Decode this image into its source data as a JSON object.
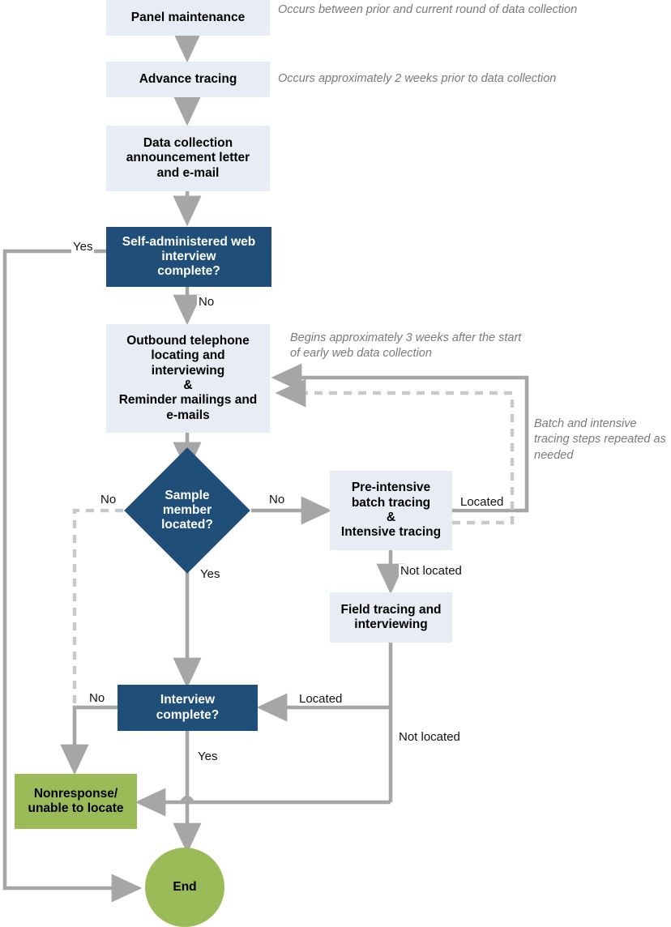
{
  "diagram": {
    "title": "Panel survey data collection flowchart",
    "colors": {
      "process_fill": "#e8edf5",
      "decision_fill": "#1f4e79",
      "terminal_fill": "#9bbb59",
      "connector": "#a6a6a6",
      "annotation_text": "#7a7a7a"
    },
    "nodes": {
      "panel_maintenance": "Panel maintenance",
      "advance_tracing": "Advance tracing",
      "announcement_letter": "Data collection\nannouncement letter\nand e-mail",
      "web_interview_complete": "Self-administered web\ninterview\ncomplete?",
      "outbound_telephone": "Outbound telephone\nlocating and interviewing\n&\nReminder mailings and\ne-mails",
      "sample_member_located": "Sample\nmember\nlocated?",
      "batch_tracing": "Pre-intensive\nbatch tracing\n&\nIntensive tracing",
      "field_tracing": "Field tracing and\ninterviewing",
      "interview_complete": "Interview\ncomplete?",
      "nonresponse": "Nonresponse/\nunable to locate",
      "end": "End"
    },
    "annotations": [
      "Occurs between prior and current round of data collection",
      "Occurs approximately 2 weeks prior to data collection",
      "Begins approximately 3 weeks after the start of early web data collection",
      "Batch and intensive tracing steps repeated as needed"
    ],
    "edge_labels": {
      "web_yes": "Yes",
      "web_no": "No",
      "sample_no_left": "No",
      "sample_no_right": "No",
      "sample_yes": "Yes",
      "batch_located": "Located",
      "batch_not_located": "Not located",
      "field_located": "Located",
      "field_not_located": "Not located",
      "interview_no": "No",
      "interview_yes": "Yes"
    }
  }
}
